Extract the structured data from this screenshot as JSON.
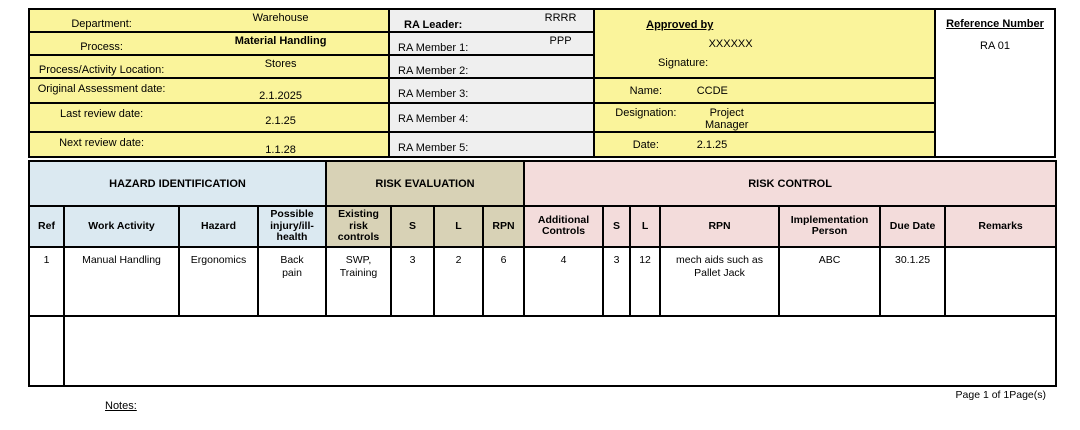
{
  "form": {
    "info_rows": [
      {
        "label": "Department:",
        "value": "Warehouse"
      },
      {
        "label": "Process:",
        "value": "Material Handling"
      },
      {
        "label": "Process/Activity Location:",
        "value": "Stores"
      },
      {
        "label": "Original Assessment date:",
        "value": "2.1.2025"
      },
      {
        "label": "Last review date:",
        "value": "2.1.25"
      },
      {
        "label": "Next review date:",
        "value": "1.1.28"
      }
    ],
    "team_rows": [
      {
        "label": "RA Leader:",
        "value": "RRRR"
      },
      {
        "label": "RA Member 1:",
        "value": "PPP"
      },
      {
        "label": "RA Member 2:",
        "value": ""
      },
      {
        "label": "RA Member 3:",
        "value": ""
      },
      {
        "label": "RA Member 4:",
        "value": ""
      },
      {
        "label": "RA Member 5:",
        "value": ""
      }
    ],
    "approval": {
      "title": "Approved by",
      "approver": "XXXXXX",
      "signature_label": "Signature:",
      "name_label": "Name:",
      "name_value": "CCDE",
      "designation_label": "Designation:",
      "designation_value": "Project Manager",
      "date_label": "Date:",
      "date_value": "2.1.25"
    },
    "reference": {
      "title": "Reference Number",
      "value": "RA 01"
    }
  },
  "risk_table": {
    "group_headers": [
      "HAZARD IDENTIFICATION",
      "RISK EVALUATION",
      "RISK CONTROL"
    ],
    "columns": [
      "Ref",
      "Work Activity",
      "Hazard",
      "Possible injury/ill-health",
      "Existing risk controls",
      "S",
      "L",
      "RPN",
      "Additional Controls",
      "S",
      "L",
      "RPN",
      "Implementation Person",
      "Due Date",
      "Remarks"
    ],
    "rows": [
      {
        "ref": "1",
        "work_activity": "Manual Handling",
        "hazard": "Ergonomics",
        "injury": "Back pain",
        "existing_controls": "SWP, Training",
        "severity_1": "3",
        "likelihood_1": "2",
        "rpn_1": "6",
        "additional_controls": "4",
        "severity_2": "3",
        "likelihood_2": "12",
        "rpn_2": "mech aids such as Pallet Jack",
        "implementation_person": "ABC",
        "due_date": "30.1.25",
        "remarks": ""
      }
    ]
  },
  "footer": {
    "page_info": "Page 1 of 1Page(s)",
    "notes_label": "Notes:"
  },
  "colors": {
    "cell_yellow": "#FAF49B",
    "cell_gray": "#EFEFEF",
    "hazard_blue": "#DBE9F1",
    "evaluation_tan": "#D8D2B6",
    "control_pink": "#F3DCDB",
    "border": "#000000"
  }
}
